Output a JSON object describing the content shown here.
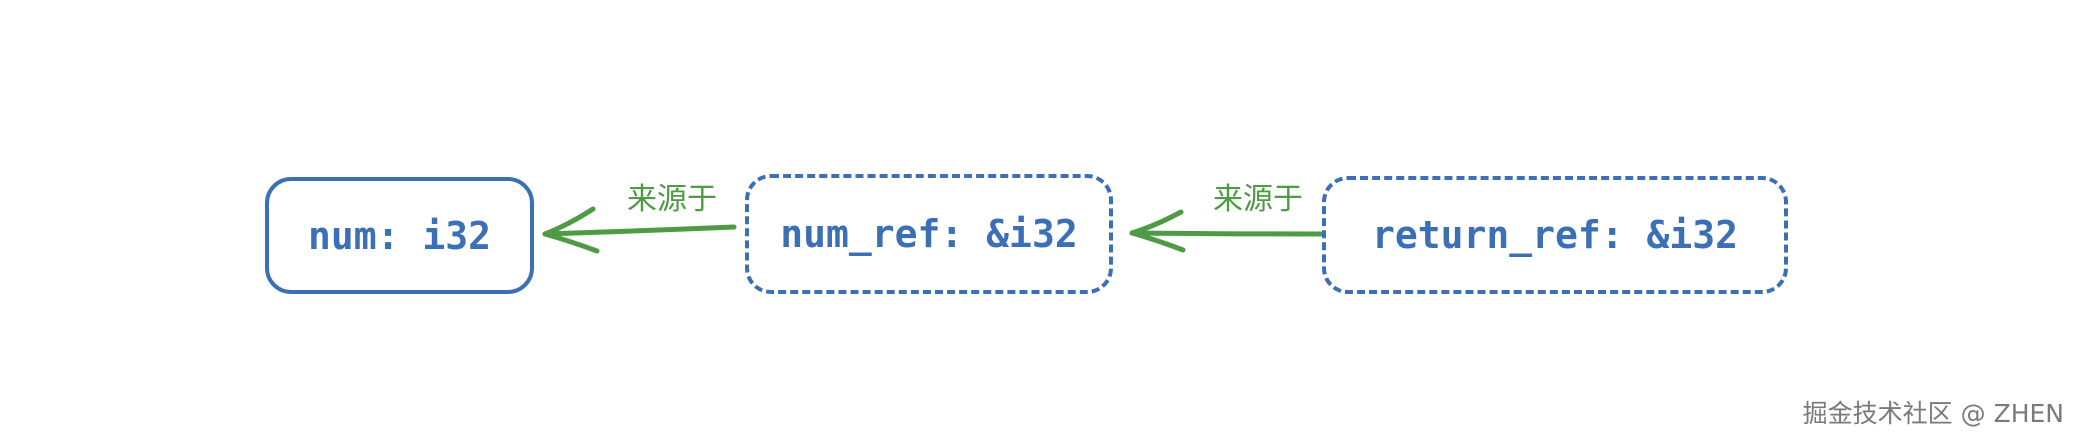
{
  "nodes": {
    "num": {
      "label": "num: i32"
    },
    "num_ref": {
      "label": "num_ref: &i32"
    },
    "return_ref": {
      "label": "return_ref: &i32"
    }
  },
  "edges": {
    "num_ref_to_num": {
      "label": "来源于"
    },
    "return_ref_to_num_ref": {
      "label": "来源于"
    }
  },
  "watermark": "掘金技术社区 @ ZHEN",
  "colors": {
    "node": "#3b6fb6",
    "edge": "#4f9a44"
  }
}
